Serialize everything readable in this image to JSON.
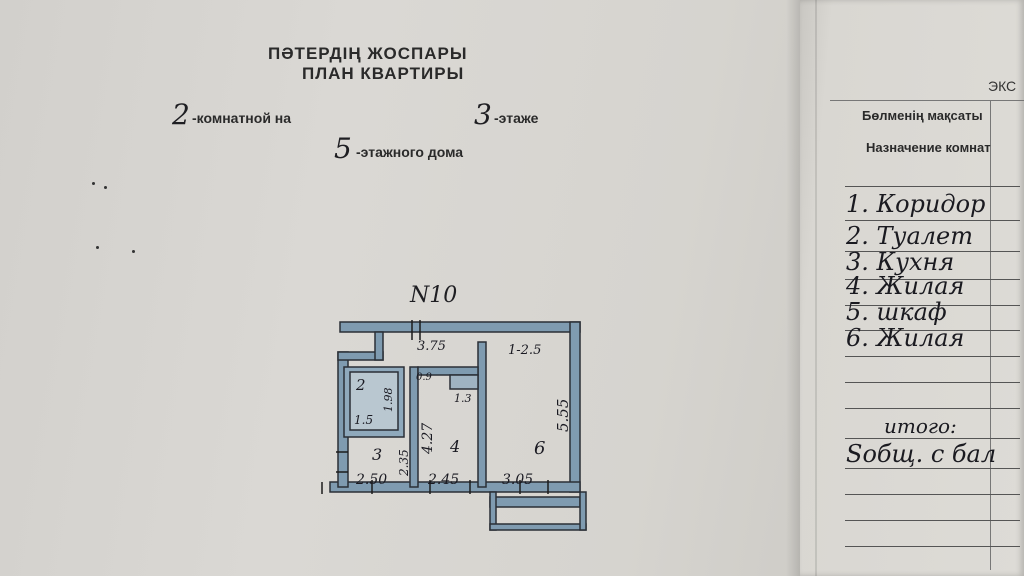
{
  "header": {
    "title_kz": "ПӘТЕРДІҢ ЖОСПАРЫ",
    "title_ru": "ПЛАН КВАРТИРЫ"
  },
  "details": {
    "rooms_num": "2",
    "rooms_text": "-комнатной на",
    "floor_num": "3",
    "floor_text": "-этаже",
    "storeys_num": "5",
    "storeys_text": "-этажного дома"
  },
  "plan": {
    "number": "N10",
    "dims": {
      "top_corridor": "3.75",
      "top_right": "1-2.5",
      "small_09": "0.9",
      "toilet_h": "1.98",
      "toilet_w": "1.5",
      "closet_w": "1.3",
      "room6_h": "5.55",
      "room4_h": "4.27",
      "kitchen_h": "2.35",
      "kitchen_w": "2.50",
      "room4_w": "2.45",
      "room6_w": "3.05"
    },
    "room_labels": {
      "toilet": "2",
      "kitchen": "3",
      "room4": "4",
      "room6": "6"
    }
  },
  "table": {
    "corner_label": "ЭКС",
    "col_header_kz": "Бөлменің мақсаты",
    "col_header_ru": "Назначение комнат",
    "rows": [
      "1. Коридор",
      "2. Туалет",
      "3. Кухня",
      "4. Жилая",
      "5. шкаф",
      "6. Жилая"
    ],
    "total": "итого:",
    "extra": "Sобщ. с бал"
  }
}
